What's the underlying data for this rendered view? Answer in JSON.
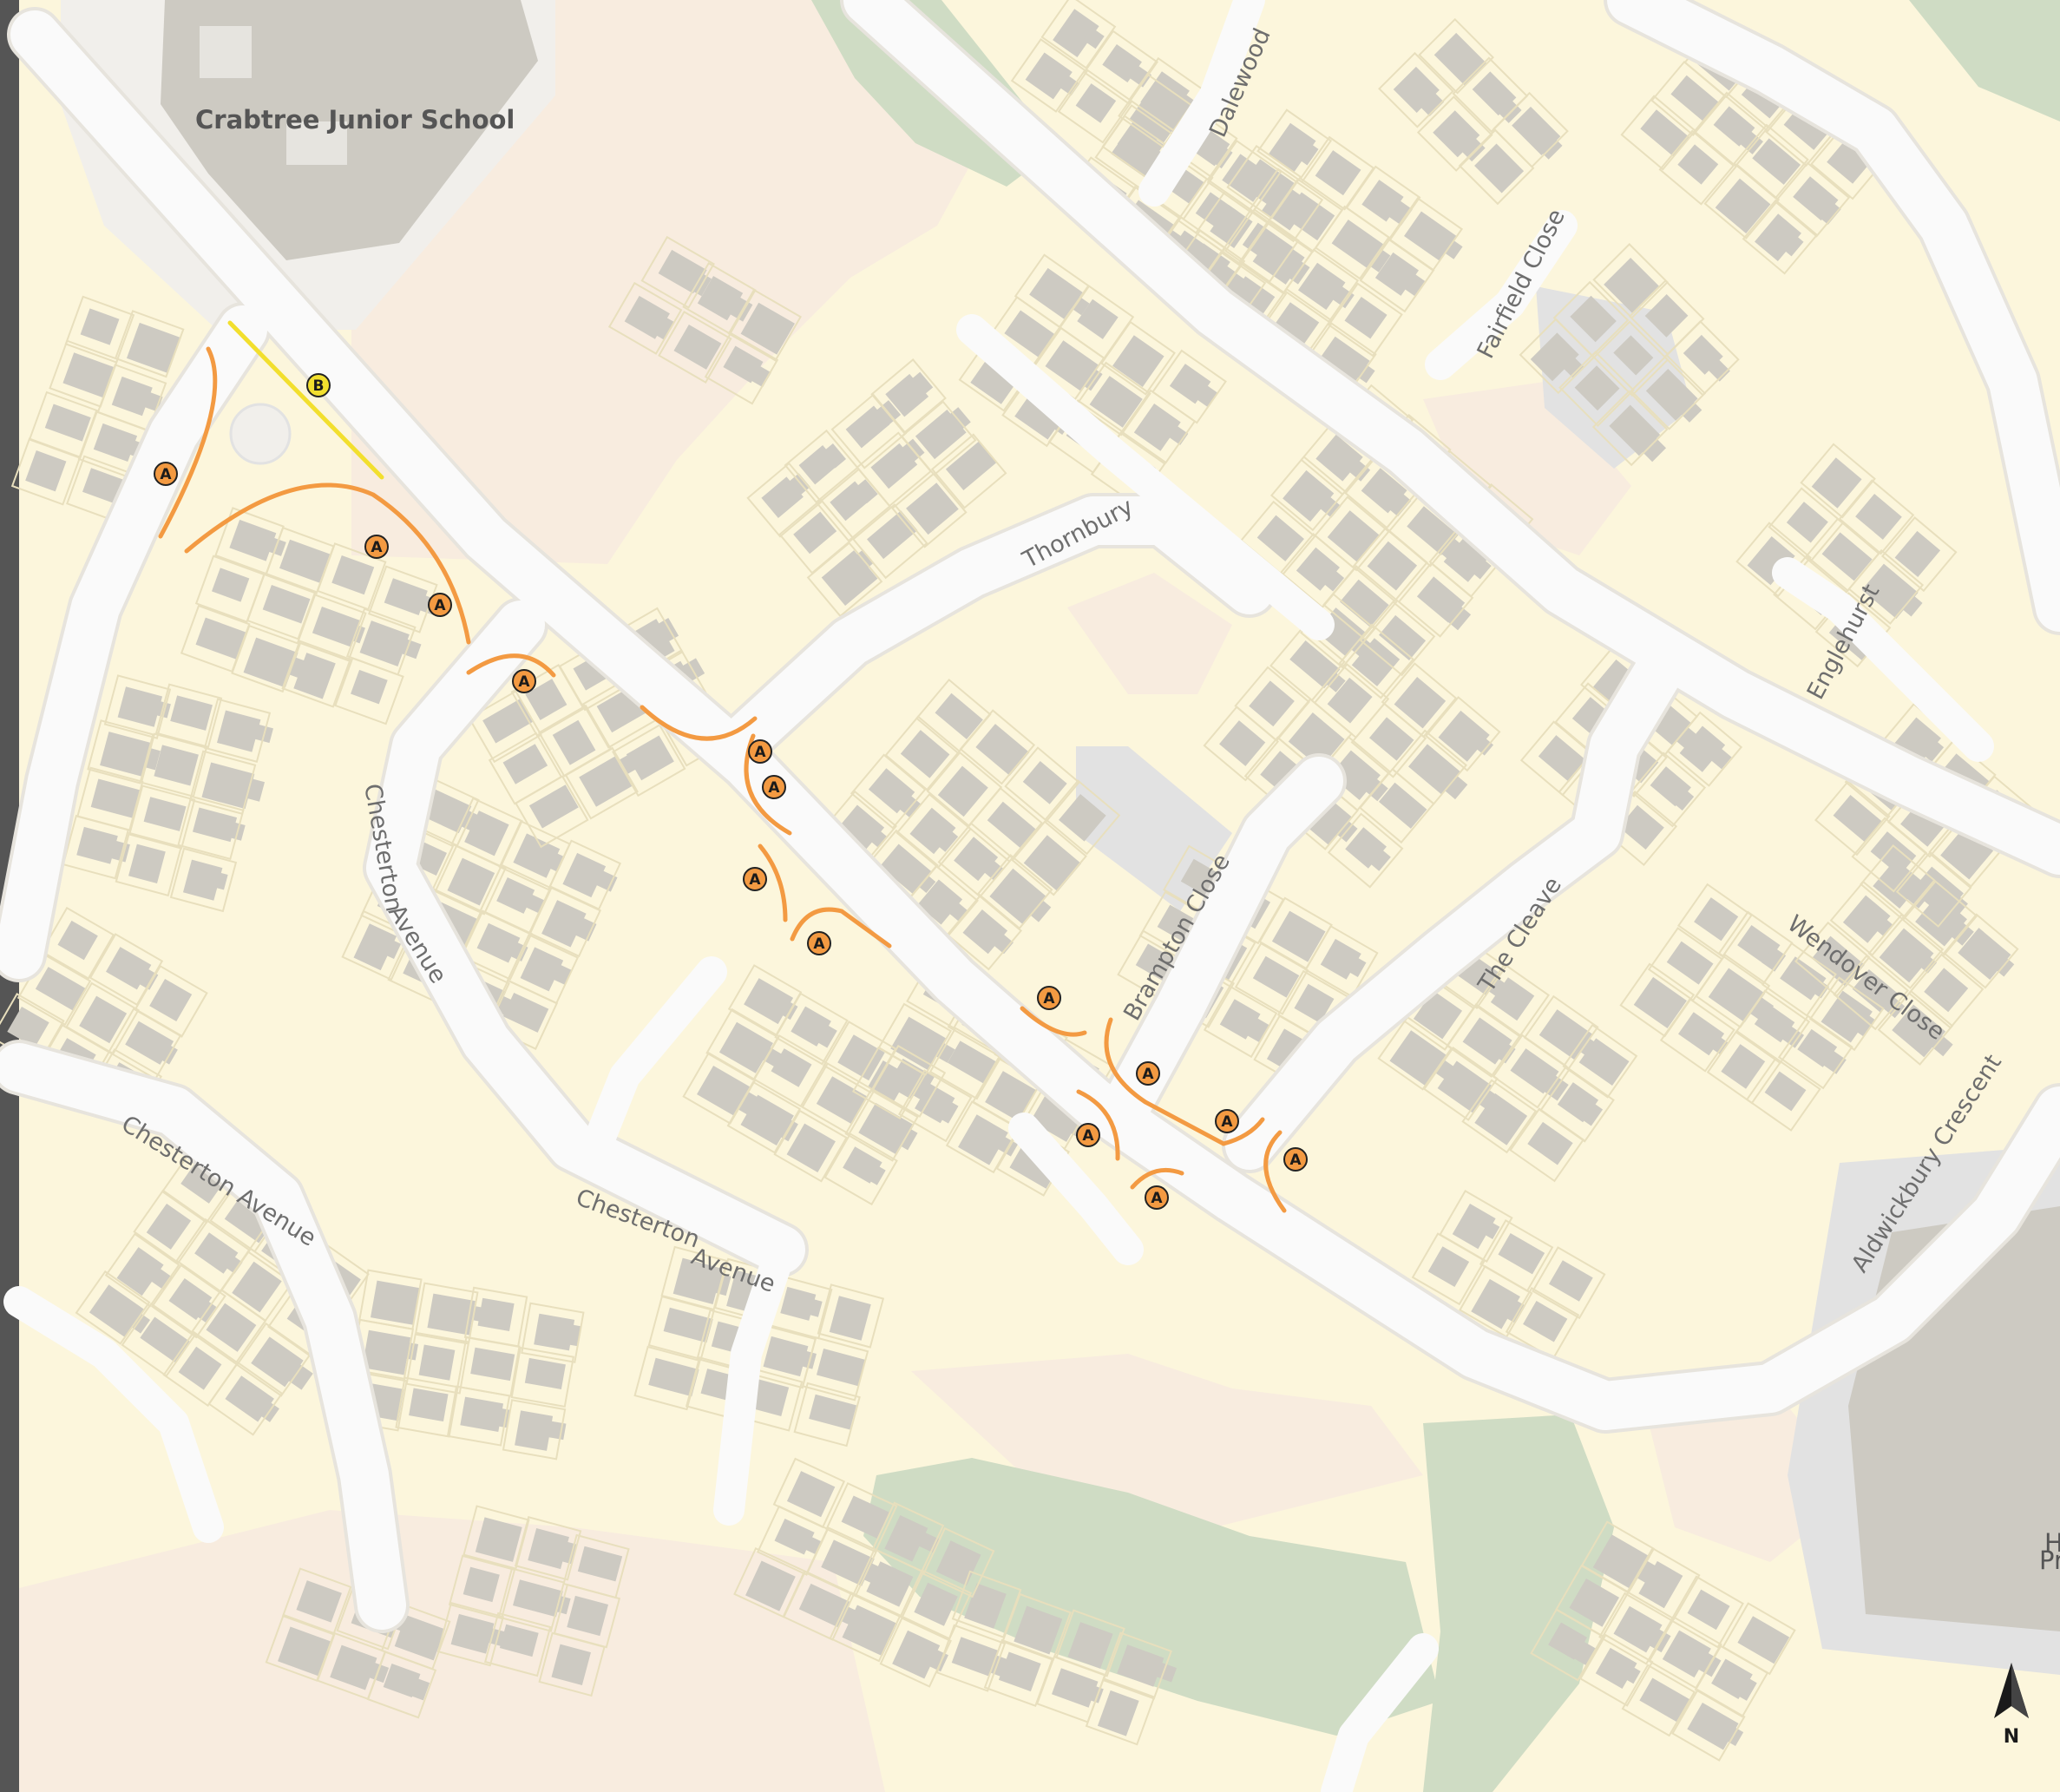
{
  "map": {
    "school_label": "Crabtree Junior School",
    "edge_label_1": "H",
    "edge_label_2": "Pr",
    "north_label": "N",
    "colors": {
      "background": "#fcf6dc",
      "road": "#fafafa",
      "building": "#cdcac2",
      "green_space": "#cfdcc4",
      "open_ground": "#f8ecdf",
      "parking": "#e2e2e2",
      "marker_a": "#f39a42",
      "marker_b": "#f2df2e",
      "restriction_a_line": "#f39a42",
      "restriction_b_line": "#f2df2e"
    },
    "roads": [
      {
        "id": "thornbury",
        "name": "Thornbury"
      },
      {
        "id": "dalewood",
        "name": "Dalewood"
      },
      {
        "id": "fairfield-close",
        "name": "Fairfield Close"
      },
      {
        "id": "englehurst",
        "name": "Englehurst"
      },
      {
        "id": "chesterton-avenue-1",
        "name": "Chesterton"
      },
      {
        "id": "chesterton-avenue-2",
        "name": "Avenue"
      },
      {
        "id": "chesterton-avenue-west",
        "name": "Chesterton Avenue"
      },
      {
        "id": "chesterton-avenue-south-1",
        "name": "Chesterton"
      },
      {
        "id": "chesterton-avenue-south-2",
        "name": "Avenue"
      },
      {
        "id": "brampton-close",
        "name": "Brampton Close"
      },
      {
        "id": "the-cleave",
        "name": "The Cleave"
      },
      {
        "id": "wendover-close",
        "name": "Wendover Close"
      },
      {
        "id": "aldwickbury-crescent",
        "name": "Aldwickbury Crescent"
      }
    ],
    "markers": [
      {
        "label": "B",
        "type": "B"
      },
      {
        "label": "A",
        "type": "A"
      },
      {
        "label": "A",
        "type": "A"
      },
      {
        "label": "A",
        "type": "A"
      },
      {
        "label": "A",
        "type": "A"
      },
      {
        "label": "A",
        "type": "A"
      },
      {
        "label": "A",
        "type": "A"
      },
      {
        "label": "A",
        "type": "A"
      },
      {
        "label": "A",
        "type": "A"
      },
      {
        "label": "A",
        "type": "A"
      },
      {
        "label": "A",
        "type": "A"
      },
      {
        "label": "A",
        "type": "A"
      },
      {
        "label": "A",
        "type": "A"
      },
      {
        "label": "A",
        "type": "A"
      },
      {
        "label": "A",
        "type": "A"
      },
      {
        "label": "A",
        "type": "A"
      }
    ]
  }
}
